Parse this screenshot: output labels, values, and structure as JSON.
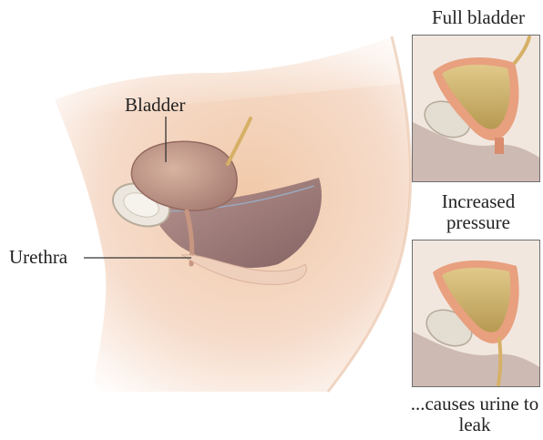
{
  "labels": {
    "bladder": "Bladder",
    "urethra": "Urethra",
    "full_bladder": "Full bladder",
    "increased_pressure": "Increased pressure",
    "causes_leak": "...causes urine to leak"
  },
  "colors": {
    "skin": "#f1d8c4",
    "bladder_wall": "#e8a07f",
    "urine": "#c9b06a",
    "muscle": "#8e6a6a",
    "bone": "#e6e1d8",
    "arrow": "#a57a6b",
    "frame": "#6e6e6e"
  }
}
